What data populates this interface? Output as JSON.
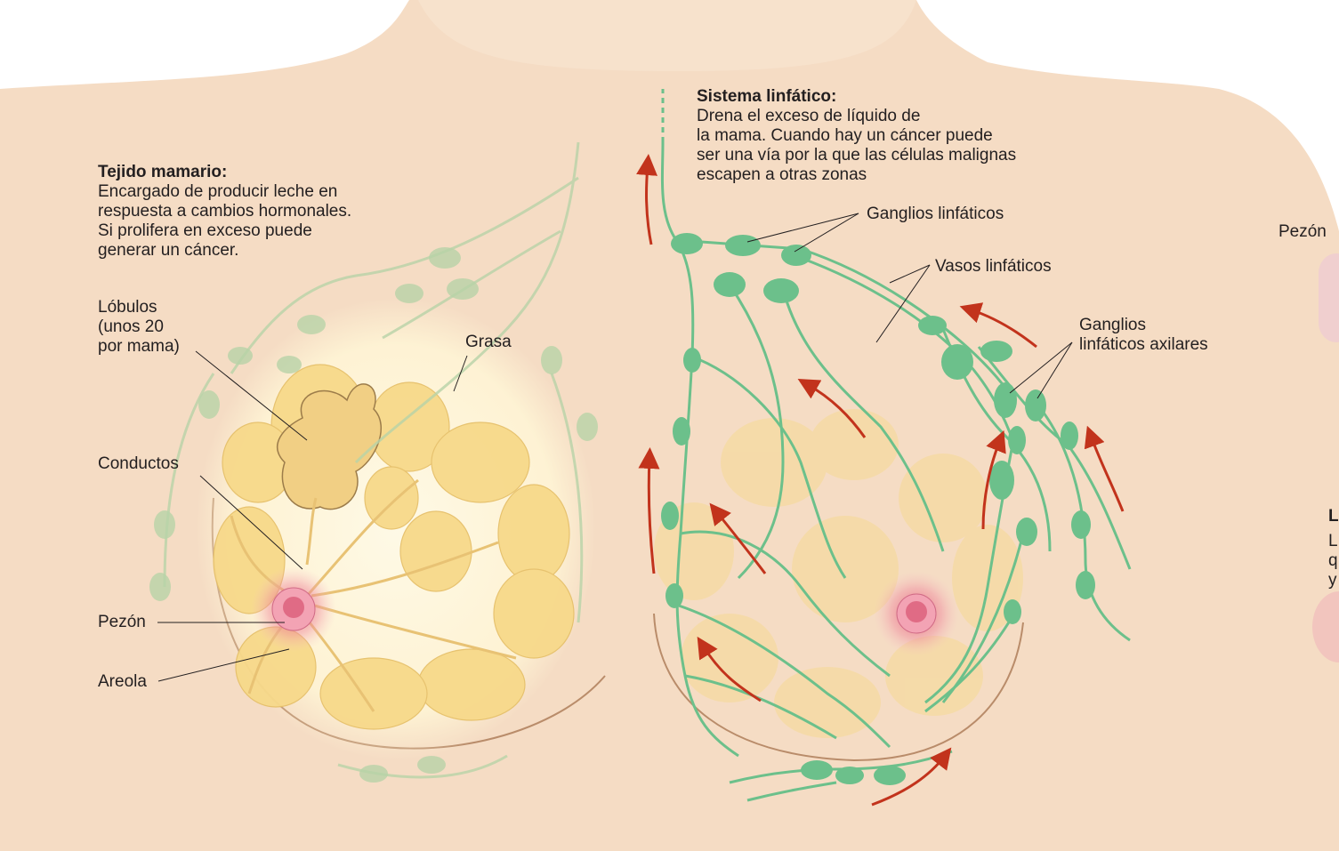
{
  "tejido": {
    "title": "Tejido mamario:",
    "lines": [
      "Encargado de producir leche en",
      "respuesta a cambios hormonales.",
      "Si prolifera en exceso puede",
      "generar un cáncer."
    ]
  },
  "sistema": {
    "title": "Sistema linfático:",
    "lines": [
      "Drena el exceso de líquido de",
      "la mama. Cuando hay un cáncer puede",
      "ser una vía por la que las células malignas",
      "escapen a otras zonas"
    ]
  },
  "labels": {
    "lobulos": [
      "Lóbulos",
      "(unos 20",
      "por mama)"
    ],
    "grasa": "Grasa",
    "conductos": "Conductos",
    "pezon": "Pezón",
    "areola": "Areola",
    "ganglios": "Ganglios linfáticos",
    "vasos": "Vasos linfáticos",
    "axilares": [
      "Ganglios",
      "linfáticos axilares"
    ],
    "pezon_right": "Pezón",
    "cut_l_heading": "L",
    "cut_l_lines": [
      "L",
      "q",
      "y"
    ]
  },
  "colors": {
    "skin": "#f5dcc4",
    "lymph": "#6cc08b",
    "fat": "#f7d98a",
    "nipple": "#e06b85",
    "arrow": "#c2331c"
  }
}
